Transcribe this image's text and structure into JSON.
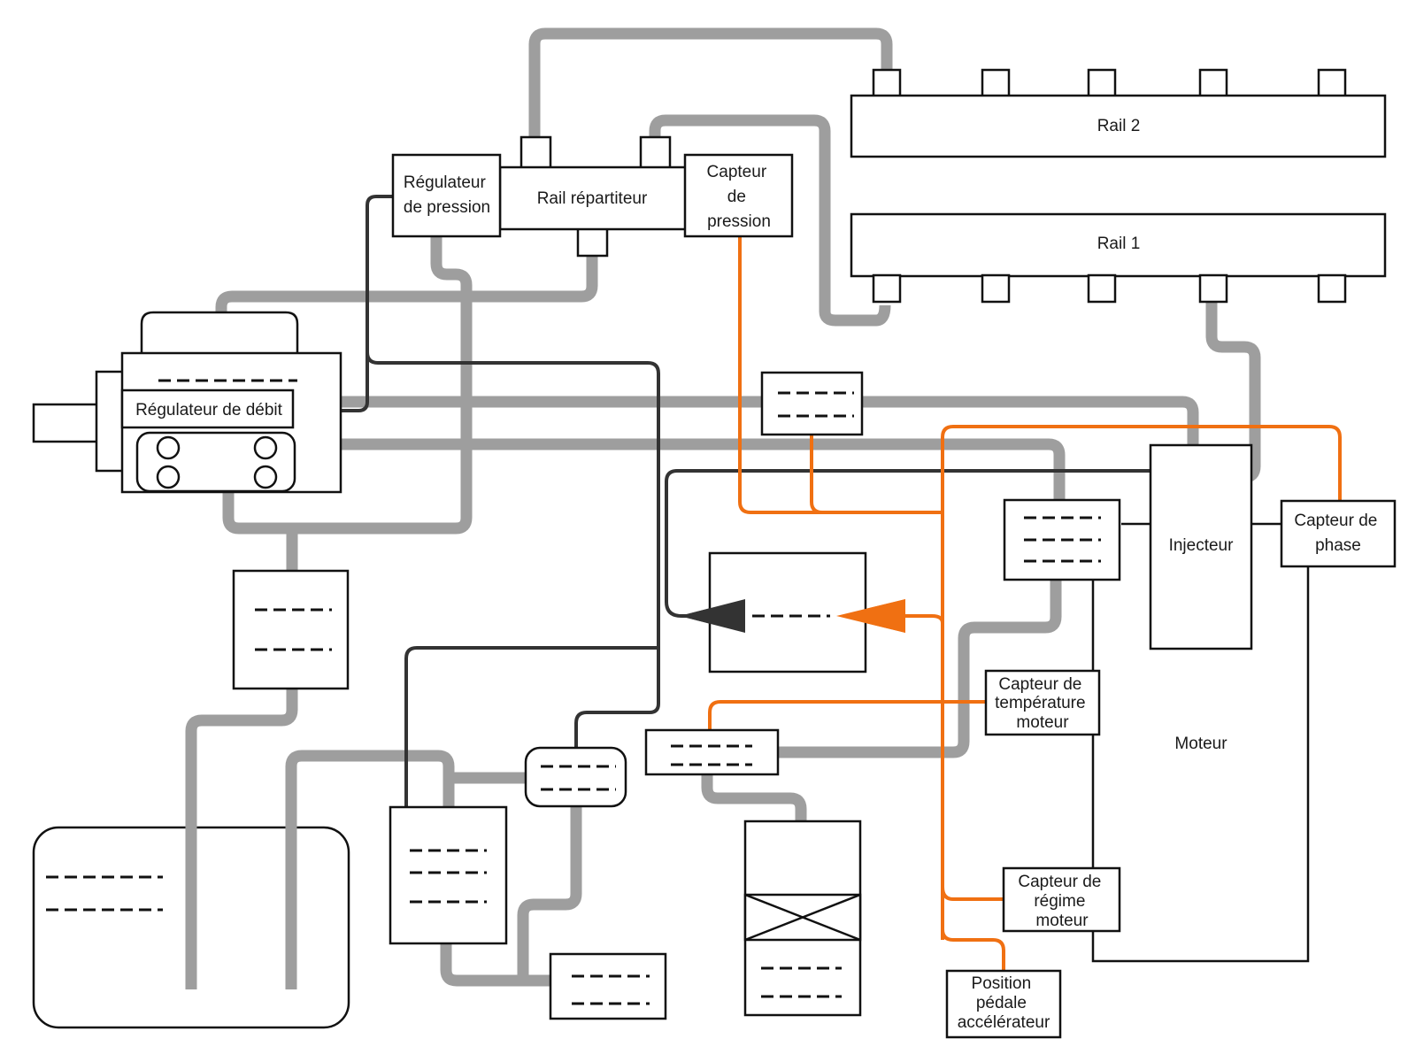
{
  "labels": {
    "rail2": "Rail 2",
    "rail1": "Rail 1",
    "pressure_regulator": [
      "Régulateur",
      "de pression"
    ],
    "distribution_rail": "Rail répartiteur",
    "pressure_sensor": [
      "Capteur",
      "de",
      "pression"
    ],
    "flow_regulator": "Régulateur de débit",
    "injector": "Injecteur",
    "phase_sensor": [
      "Capteur de",
      "phase"
    ],
    "engine_temp_sensor": [
      "Capteur de",
      "température",
      "moteur"
    ],
    "engine": "Moteur",
    "engine_speed_sensor": [
      "Capteur de",
      "régime",
      "moteur"
    ],
    "pedal_position": [
      "Position",
      "pédale",
      "accélérateur"
    ]
  },
  "colors": {
    "fuel_line": "#9e9e9e",
    "control_line": "#333333",
    "sensor_line": "#f07012"
  }
}
